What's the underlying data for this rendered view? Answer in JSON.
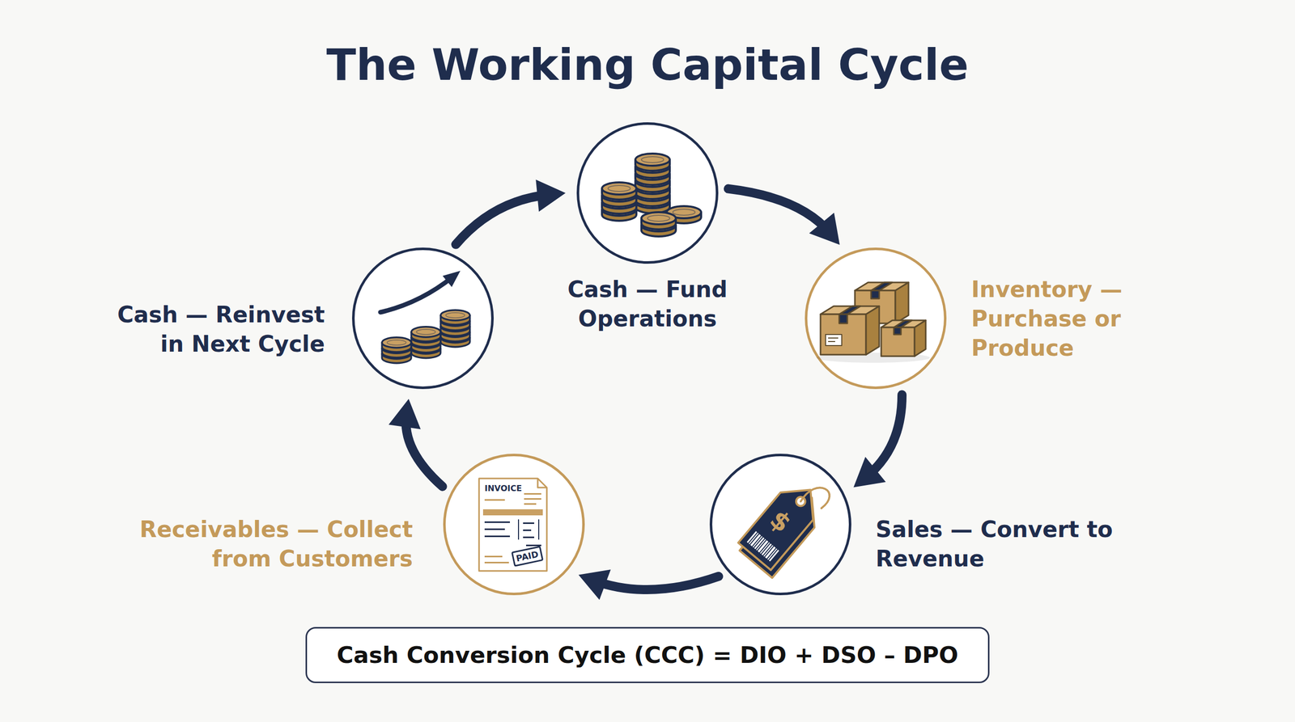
{
  "diagram": {
    "title": "The Working Capital Cycle",
    "nodes": [
      {
        "text": [
          "Cash — Fund Operations"
        ]
      },
      {
        "text": [
          "Inventory — Purchase or Produce"
        ]
      },
      {
        "text": [
          "Sales — Convert to Revenue"
        ]
      },
      {
        "text": [
          "Receivables — Collect from Customers"
        ]
      },
      {
        "text": [
          "Cash — Reinvest in Next Cycle"
        ]
      },
      {
        "text": [
          "Cash Conversion Cycle (CCC) = DIO + DSO – DPO"
        ]
      }
    ],
    "edges": [
      {
        "from": 0,
        "to": 1,
        "arrow": "to"
      },
      {
        "from": 1,
        "to": 2,
        "arrow": "to"
      },
      {
        "from": 2,
        "to": 3,
        "arrow": "to"
      },
      {
        "from": 3,
        "to": 4,
        "arrow": "to"
      },
      {
        "from": 4,
        "to": 0,
        "arrow": "to"
      }
    ],
    "labels": [
      "INVOICE",
      "PAID",
      "$"
    ]
  }
}
